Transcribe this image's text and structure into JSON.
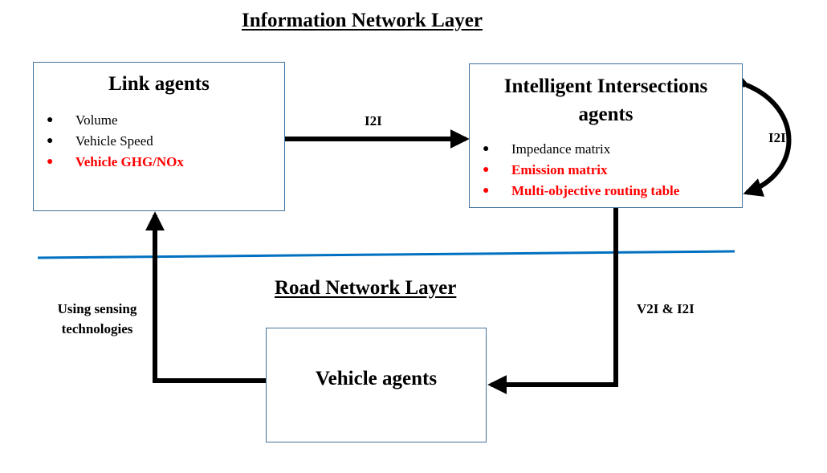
{
  "layers": {
    "information_title": "Information Network Layer",
    "road_title": "Road Network Layer"
  },
  "link_agents": {
    "title": "Link agents",
    "items": [
      {
        "text": "Volume",
        "bullet": "●",
        "highlight": false
      },
      {
        "text": "Vehicle Speed",
        "bullet": "●",
        "highlight": false
      },
      {
        "text": "Vehicle GHG/NOx",
        "bullet": "●",
        "highlight": true
      }
    ]
  },
  "intersection_agents": {
    "title": "Intelligent Intersections agents",
    "items": [
      {
        "text": "Impedance matrix",
        "bullet": "●",
        "highlight": false
      },
      {
        "text": "Emission matrix",
        "bullet": "●",
        "highlight": true
      },
      {
        "text": "Multi-objective routing table",
        "bullet": "●",
        "highlight": true
      }
    ]
  },
  "vehicle_agents": {
    "title": "Vehicle agents"
  },
  "connections": {
    "link_to_intersection": "I2I",
    "intersection_self_loop": "I2I",
    "vehicle_intersection": "V2I & I2I",
    "vehicle_to_link": "Using sensing technologies"
  },
  "colors": {
    "box_border": "#41719c",
    "divider": "#0070c0",
    "highlight_text": "#ff0000",
    "arrow": "#000000"
  }
}
